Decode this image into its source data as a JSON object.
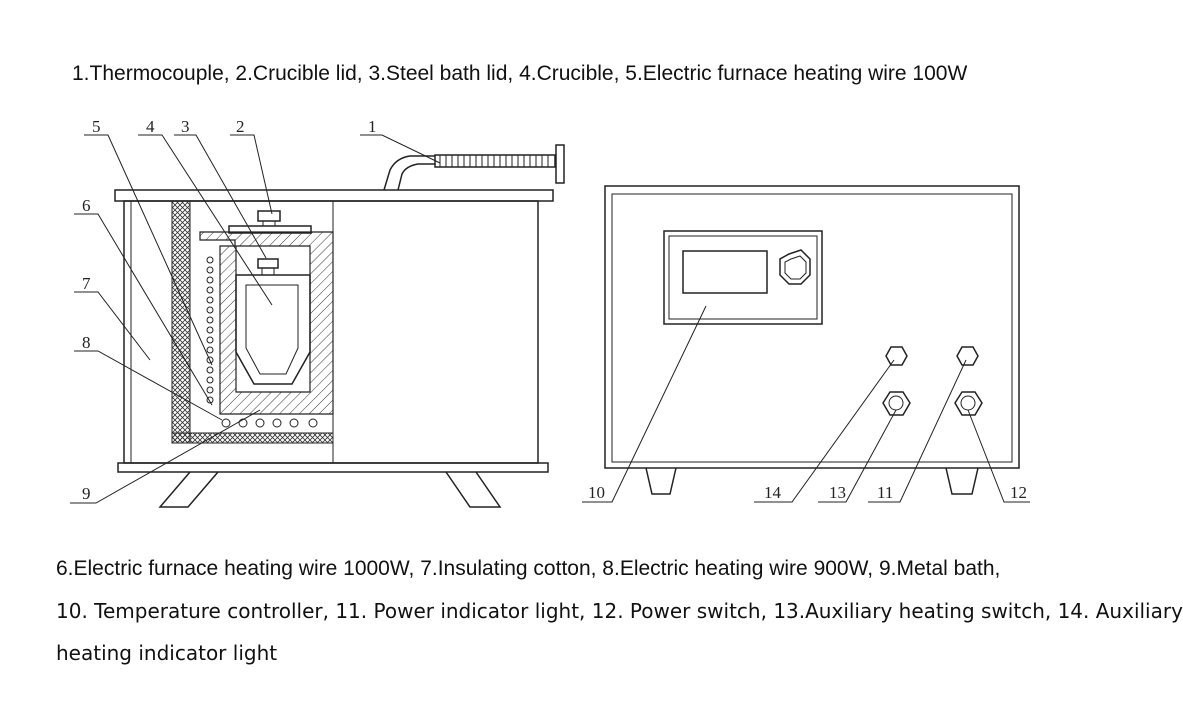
{
  "captions": {
    "top": "1.Thermocouple, 2.Crucible lid, 3.Steel bath lid, 4.Crucible, 5.Electric furnace heating wire 100W",
    "middle": "6.Electric furnace heating wire 1000W, 7.Insulating cotton, 8.Electric heating wire 900W, 9.Metal bath,",
    "line3": "10. Temperature controller, 11. Power indicator light, 12. Power switch, 13.Auxiliary heating switch, 14. Auxiliary",
    "line4": "heating indicator light"
  },
  "labels": {
    "n1": "1",
    "n2": "2",
    "n3": "3",
    "n4": "4",
    "n5": "5",
    "n6": "6",
    "n7": "7",
    "n8": "8",
    "n9": "9",
    "n10": "10",
    "n11": "11",
    "n12": "12",
    "n13": "13",
    "n14": "14"
  }
}
